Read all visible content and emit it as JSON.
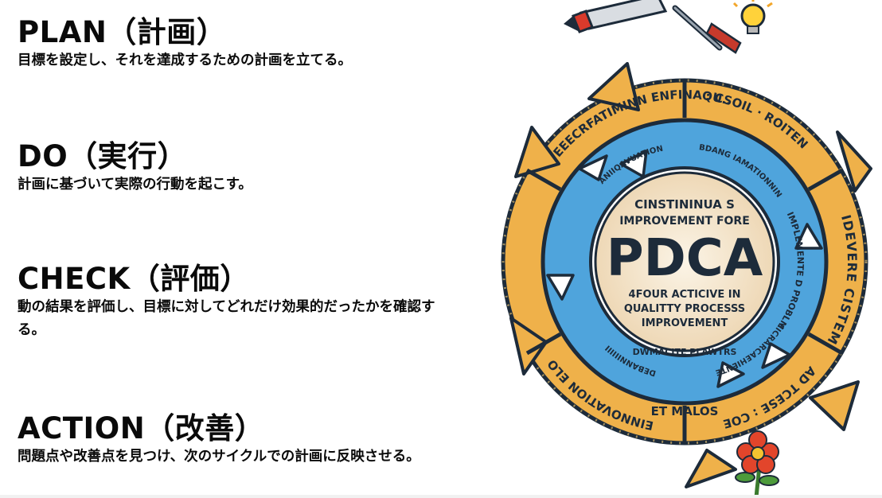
{
  "steps": [
    {
      "heading": "PLAN（計画）",
      "description": "目標を設定し、それを達成するための計画を立てる。"
    },
    {
      "heading": "DO（実行）",
      "description": "計画に基づいて実際の行動を起こす。"
    },
    {
      "heading": "CHECK（評価）",
      "description": "動の結果を評価し、目標に対してどれだけ効果的だったかを確認する。"
    },
    {
      "heading": "ACTION（改善）",
      "description": "問題点や改善点を見つけ、次のサイクルでの計画に反映させる。"
    }
  ],
  "diagram": {
    "center_top": "CINSTININUA S",
    "center_sub": "IMPROVEMENT FORE",
    "center_main": "PDCA",
    "center_line3": "4FOUR ACTICIVE IN",
    "center_line4": "QUALITTY PROCESSS",
    "center_line5": "IMPROVEMENT",
    "outer_top": "IDEVERE CISTEM",
    "outer_right_top": "AD TCESE : COE",
    "outer_right_bottom": "EINNOVATION ELO",
    "outer_bottom": "ET MALOS",
    "outer_left_bottom": "EEECRFATIMINN ENFINAQU..",
    "outer_left_top": ": CSOIL · ROITEN",
    "inner_top": "IMPLEMENTE D PROBLM",
    "inner_right_top": "EICRARCAEHIENTE",
    "inner_right_bottom": "DEBANNIIIIII",
    "inner_bottom": "DWMACITE PLAWTRS",
    "inner_left_bottom": "ANIIQAVUATION",
    "inner_left_top": "BDANG IAMATIONNIN"
  },
  "colors": {
    "outer_ring": "#efb14a",
    "inner_ring": "#4fa4dc",
    "outline": "#1d2b3a",
    "center_fill": "#f8ecd8",
    "flower": "#e2452b"
  }
}
